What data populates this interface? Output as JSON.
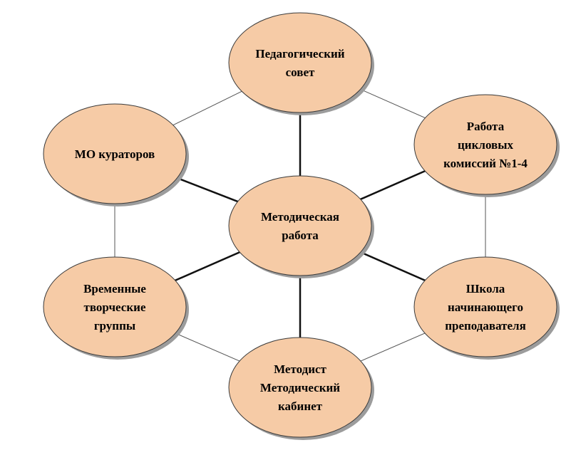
{
  "diagram": {
    "center": {
      "id": "center",
      "lines": [
        "Методическая",
        "работа"
      ]
    },
    "satellites": [
      {
        "id": "ped-council",
        "lines": [
          "Педагогический",
          "совет"
        ]
      },
      {
        "id": "cycle-commissions",
        "lines": [
          "Работа",
          "цикловых",
          "комиссий №1-4"
        ]
      },
      {
        "id": "young-teacher-school",
        "lines": [
          "Школа",
          "начинающего",
          "преподавателя"
        ]
      },
      {
        "id": "methodist-cabinet",
        "lines": [
          "Методист",
          "Методический",
          "кабинет"
        ]
      },
      {
        "id": "creative-groups",
        "lines": [
          "Временные",
          "творческие",
          "группы"
        ]
      },
      {
        "id": "mo-curators",
        "lines": [
          "МО кураторов"
        ]
      }
    ],
    "colors": {
      "node_fill": "#f6cba6",
      "node_stroke": "#3a3a3a",
      "shadow": "#9c9c9c",
      "spoke": "#111111",
      "ring": "#555555"
    }
  }
}
